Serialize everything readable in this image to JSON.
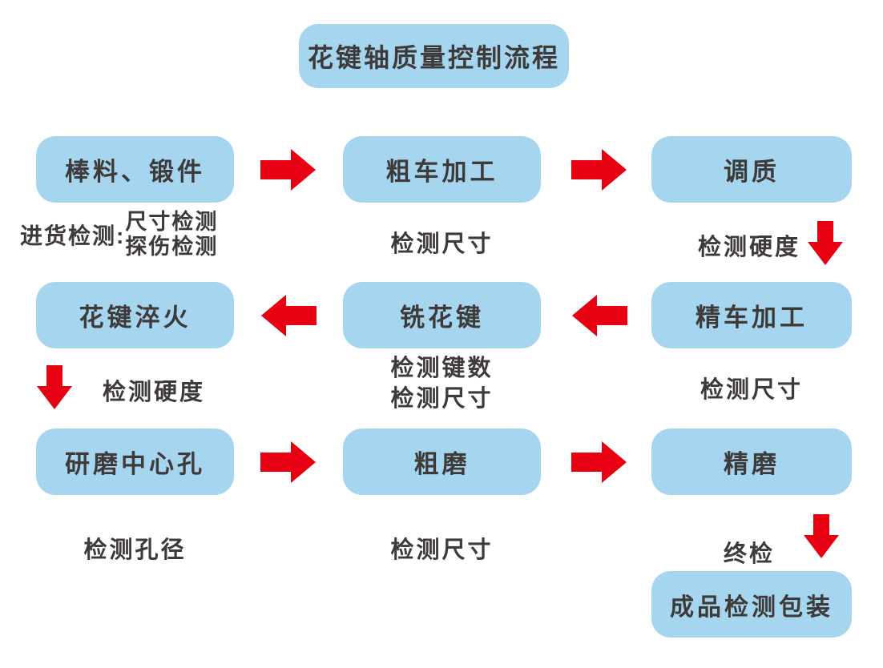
{
  "title": "花键轴质量控制流程",
  "colors": {
    "node_fill": "#A6D6EF",
    "arrow": "#E60012",
    "text": "#3E3A39",
    "background": "#FFFFFF"
  },
  "icons": {
    "arrow_right": "red-block-arrow-right",
    "arrow_left": "red-block-arrow-left",
    "arrow_down": "red-block-arrow-down"
  },
  "process": {
    "row1": {
      "box1": "棒料、锻件",
      "box2": "粗车加工",
      "box3": "调质",
      "incoming_check": {
        "prefix": "进货检测:",
        "items": [
          "尺寸检测",
          "探伤检测"
        ]
      },
      "check2": "检测尺寸",
      "check3": "检测硬度"
    },
    "row2": {
      "box1": "花键淬火",
      "box2": "铣花键",
      "box3": "精车加工",
      "check1": "检测硬度",
      "check2_lines": [
        "检测键数",
        "检测尺寸"
      ],
      "check3": "检测尺寸"
    },
    "row3": {
      "box1": "研磨中心孔",
      "box2": "粗磨",
      "box3": "精磨",
      "check1": "检测孔径",
      "check2": "检测尺寸",
      "check3": "终检"
    },
    "final_box": "成品检测包装"
  }
}
